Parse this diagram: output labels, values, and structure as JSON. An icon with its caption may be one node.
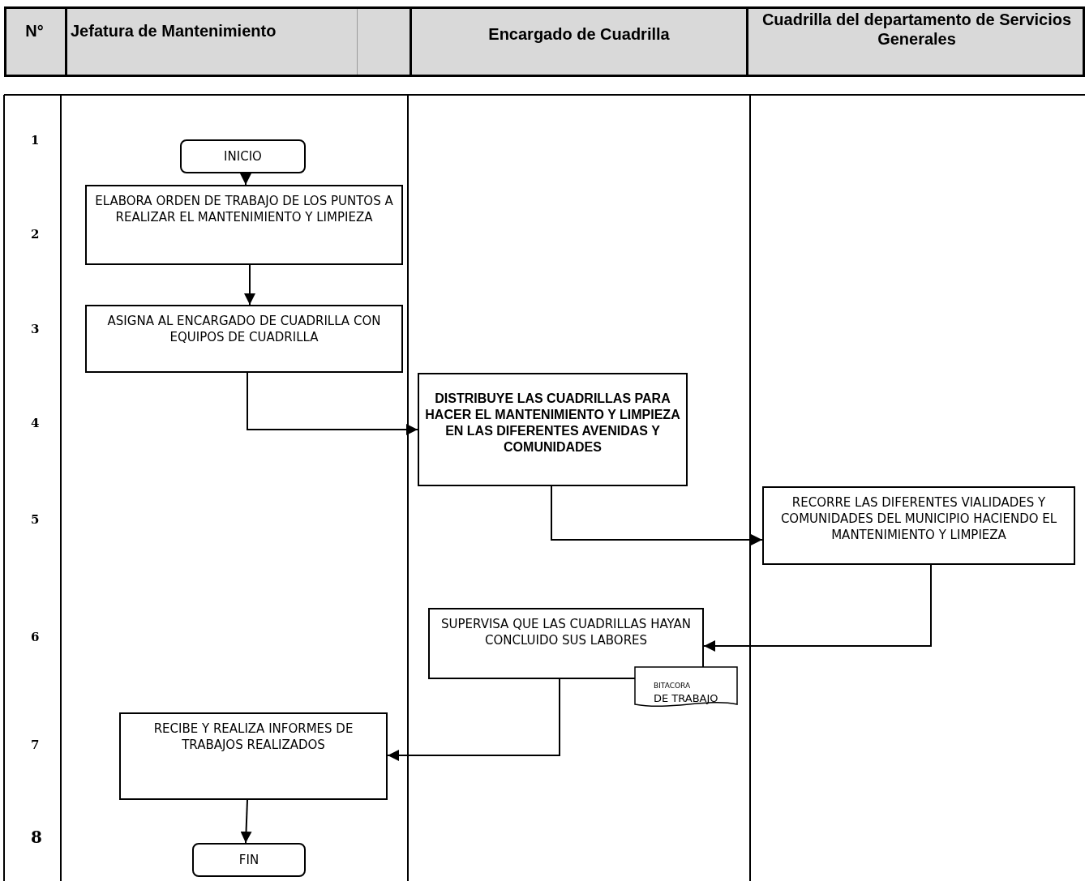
{
  "diagram": {
    "nodes": [
      {
        "text": [
          "INICIO"
        ]
      },
      {
        "text": [
          "ELABORA ORDEN DE TRABAJO DE LOS PUNTOS A REALIZAR EL MANTENIMIENTO Y LIMPIEZA"
        ]
      },
      {
        "text": [
          "ASIGNA AL ENCARGADO DE CUADRILLA CON EQUIPOS DE CUADRILLA"
        ]
      },
      {
        "text": [
          "DISTRIBUYE LAS CUADRILLAS PARA HACER EL MANTENIMIENTO Y LIMPIEZA EN LAS DIFERENTES AVENIDAS Y COMUNIDADES"
        ]
      },
      {
        "text": [
          "RECORRE LAS DIFERENTES VIALIDADES Y COMUNIDADES DEL MUNICIPIO HACIENDO EL MANTENIMIENTO Y LIMPIEZA"
        ]
      },
      {
        "text": [
          "SUPERVISA QUE LAS CUADRILLAS HAYAN CONCLUIDO SUS LABORES"
        ]
      },
      {
        "text": [
          "BITACORA",
          "DE TRABAJO"
        ]
      },
      {
        "text": [
          "RECIBE Y REALIZA INFORMES DE TRABAJOS REALIZADOS"
        ]
      },
      {
        "text": [
          "FIN"
        ]
      }
    ],
    "edges": [
      {
        "from": 0,
        "to": 1,
        "arrow": "to"
      },
      {
        "from": 1,
        "to": 2,
        "arrow": "to"
      },
      {
        "from": 2,
        "to": 3,
        "arrow": "to"
      },
      {
        "from": 3,
        "to": 4,
        "arrow": "to"
      },
      {
        "from": 4,
        "to": 5,
        "arrow": "to"
      },
      {
        "from": 5,
        "to": 7,
        "arrow": "to"
      },
      {
        "from": 7,
        "to": 8,
        "arrow": "to"
      }
    ],
    "labels": [
      "N°",
      "Jefatura de Mantenimiento",
      "Encargado de Cuadrilla",
      "Cuadrilla del departamento de Servicios Generales",
      "1",
      "2",
      "3",
      "4",
      "5",
      "6",
      "7",
      "8"
    ]
  }
}
